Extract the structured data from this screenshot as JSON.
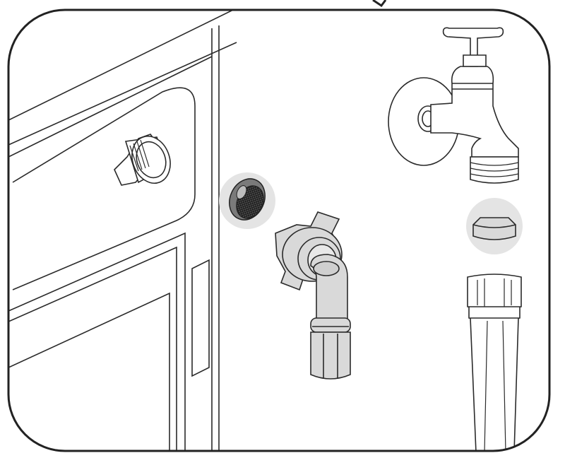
{
  "illustration": {
    "parts": [
      {
        "id": "machine-inlet-valve",
        "icon": "threaded-inlet-icon"
      },
      {
        "id": "filter-screen",
        "icon": "mesh-filter-icon"
      },
      {
        "id": "elbow-hose-fitting",
        "icon": "elbow-fitting-icon"
      },
      {
        "id": "water-tap",
        "icon": "faucet-icon"
      },
      {
        "id": "rubber-seal",
        "icon": "washer-seal-icon"
      },
      {
        "id": "straight-hose-end",
        "icon": "hose-end-icon"
      }
    ],
    "colors": {
      "frame": "#222222",
      "line": "#2a2a2a",
      "fitting_fill": "#d9d9d9",
      "highlight_circle": "#e4e4e4",
      "mesh": "#3a3a3a",
      "background": "#ffffff"
    }
  }
}
